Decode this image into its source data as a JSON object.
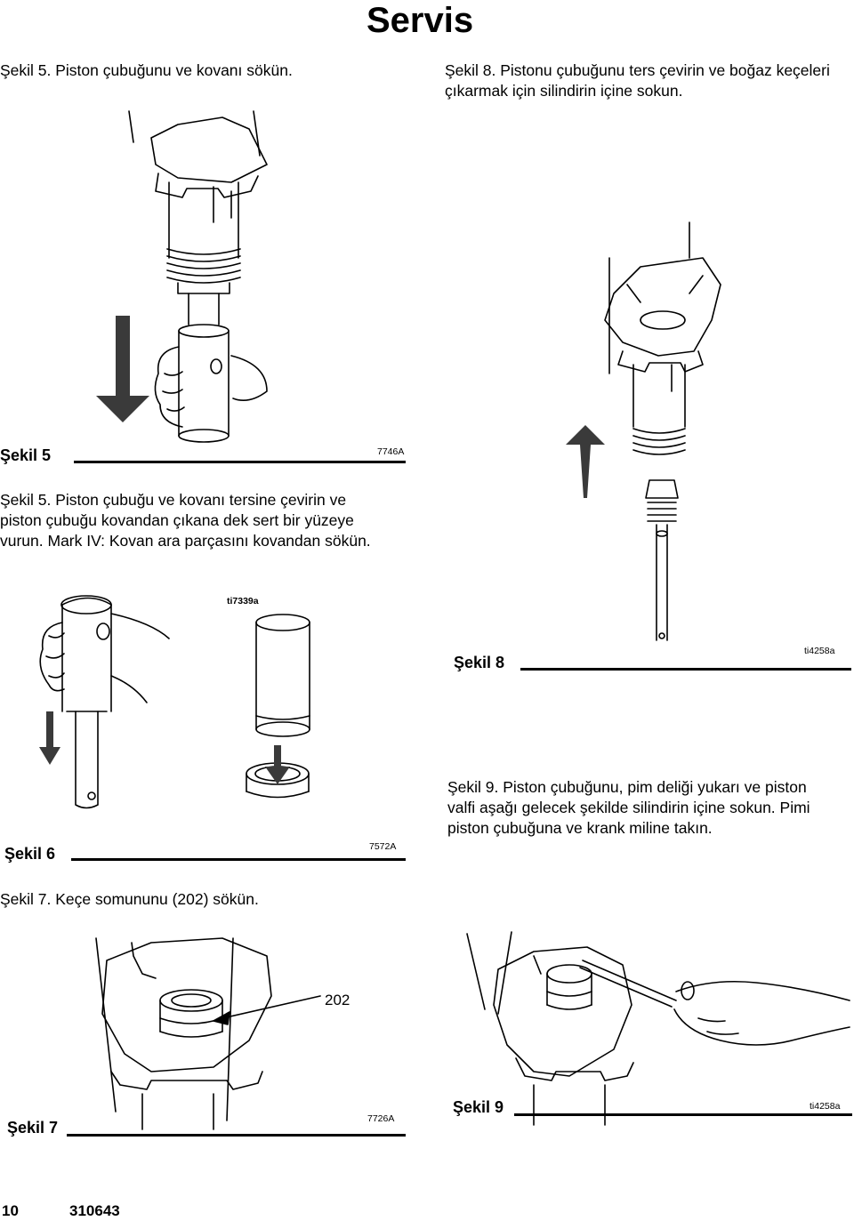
{
  "header": {
    "title": "Servis"
  },
  "steps": {
    "s5_title": "Şekil 5. Piston çubuğunu ve kovanı sökün.",
    "s8_line1": "Şekil 8. Pistonu çubuğunu ters çevirin ve boğaz keçeleri",
    "s8_line2": "çıkarmak için silindirin içine sokun.",
    "s5b_line1": "Şekil 5. Piston çubuğu ve kovanı tersine çevirin ve",
    "s5b_line2": "piston çubuğu kovandan çıkana dek sert bir yüzeye",
    "s5b_line3": "vurun. Mark IV: Kovan ara parçasını kovandan sökün.",
    "s7_title": "Şekil 7. Keçe somununu (202) sökün.",
    "s9_line1": "Şekil 9. Piston çubuğunu, pim deliği yukarı ve piston",
    "s9_line2": "valfi aşağı gelecek şekilde silindirin içine sokun. Pimi",
    "s9_line3": "piston çubuğuna ve krank miline takın."
  },
  "figures": {
    "fig5": {
      "label": "Şekil 5",
      "code": "7746A"
    },
    "fig8": {
      "label": "Şekil 8",
      "code": "ti4258a"
    },
    "fig6": {
      "label": "Şekil 6",
      "code": "7572A",
      "code2": "ti7339a"
    },
    "fig7": {
      "label": "Şekil 7",
      "code": "7726A",
      "callout": "202"
    },
    "fig9": {
      "label": "Şekil 9",
      "code": "ti4258a"
    }
  },
  "footer": {
    "page": "10",
    "doc": "310643"
  }
}
